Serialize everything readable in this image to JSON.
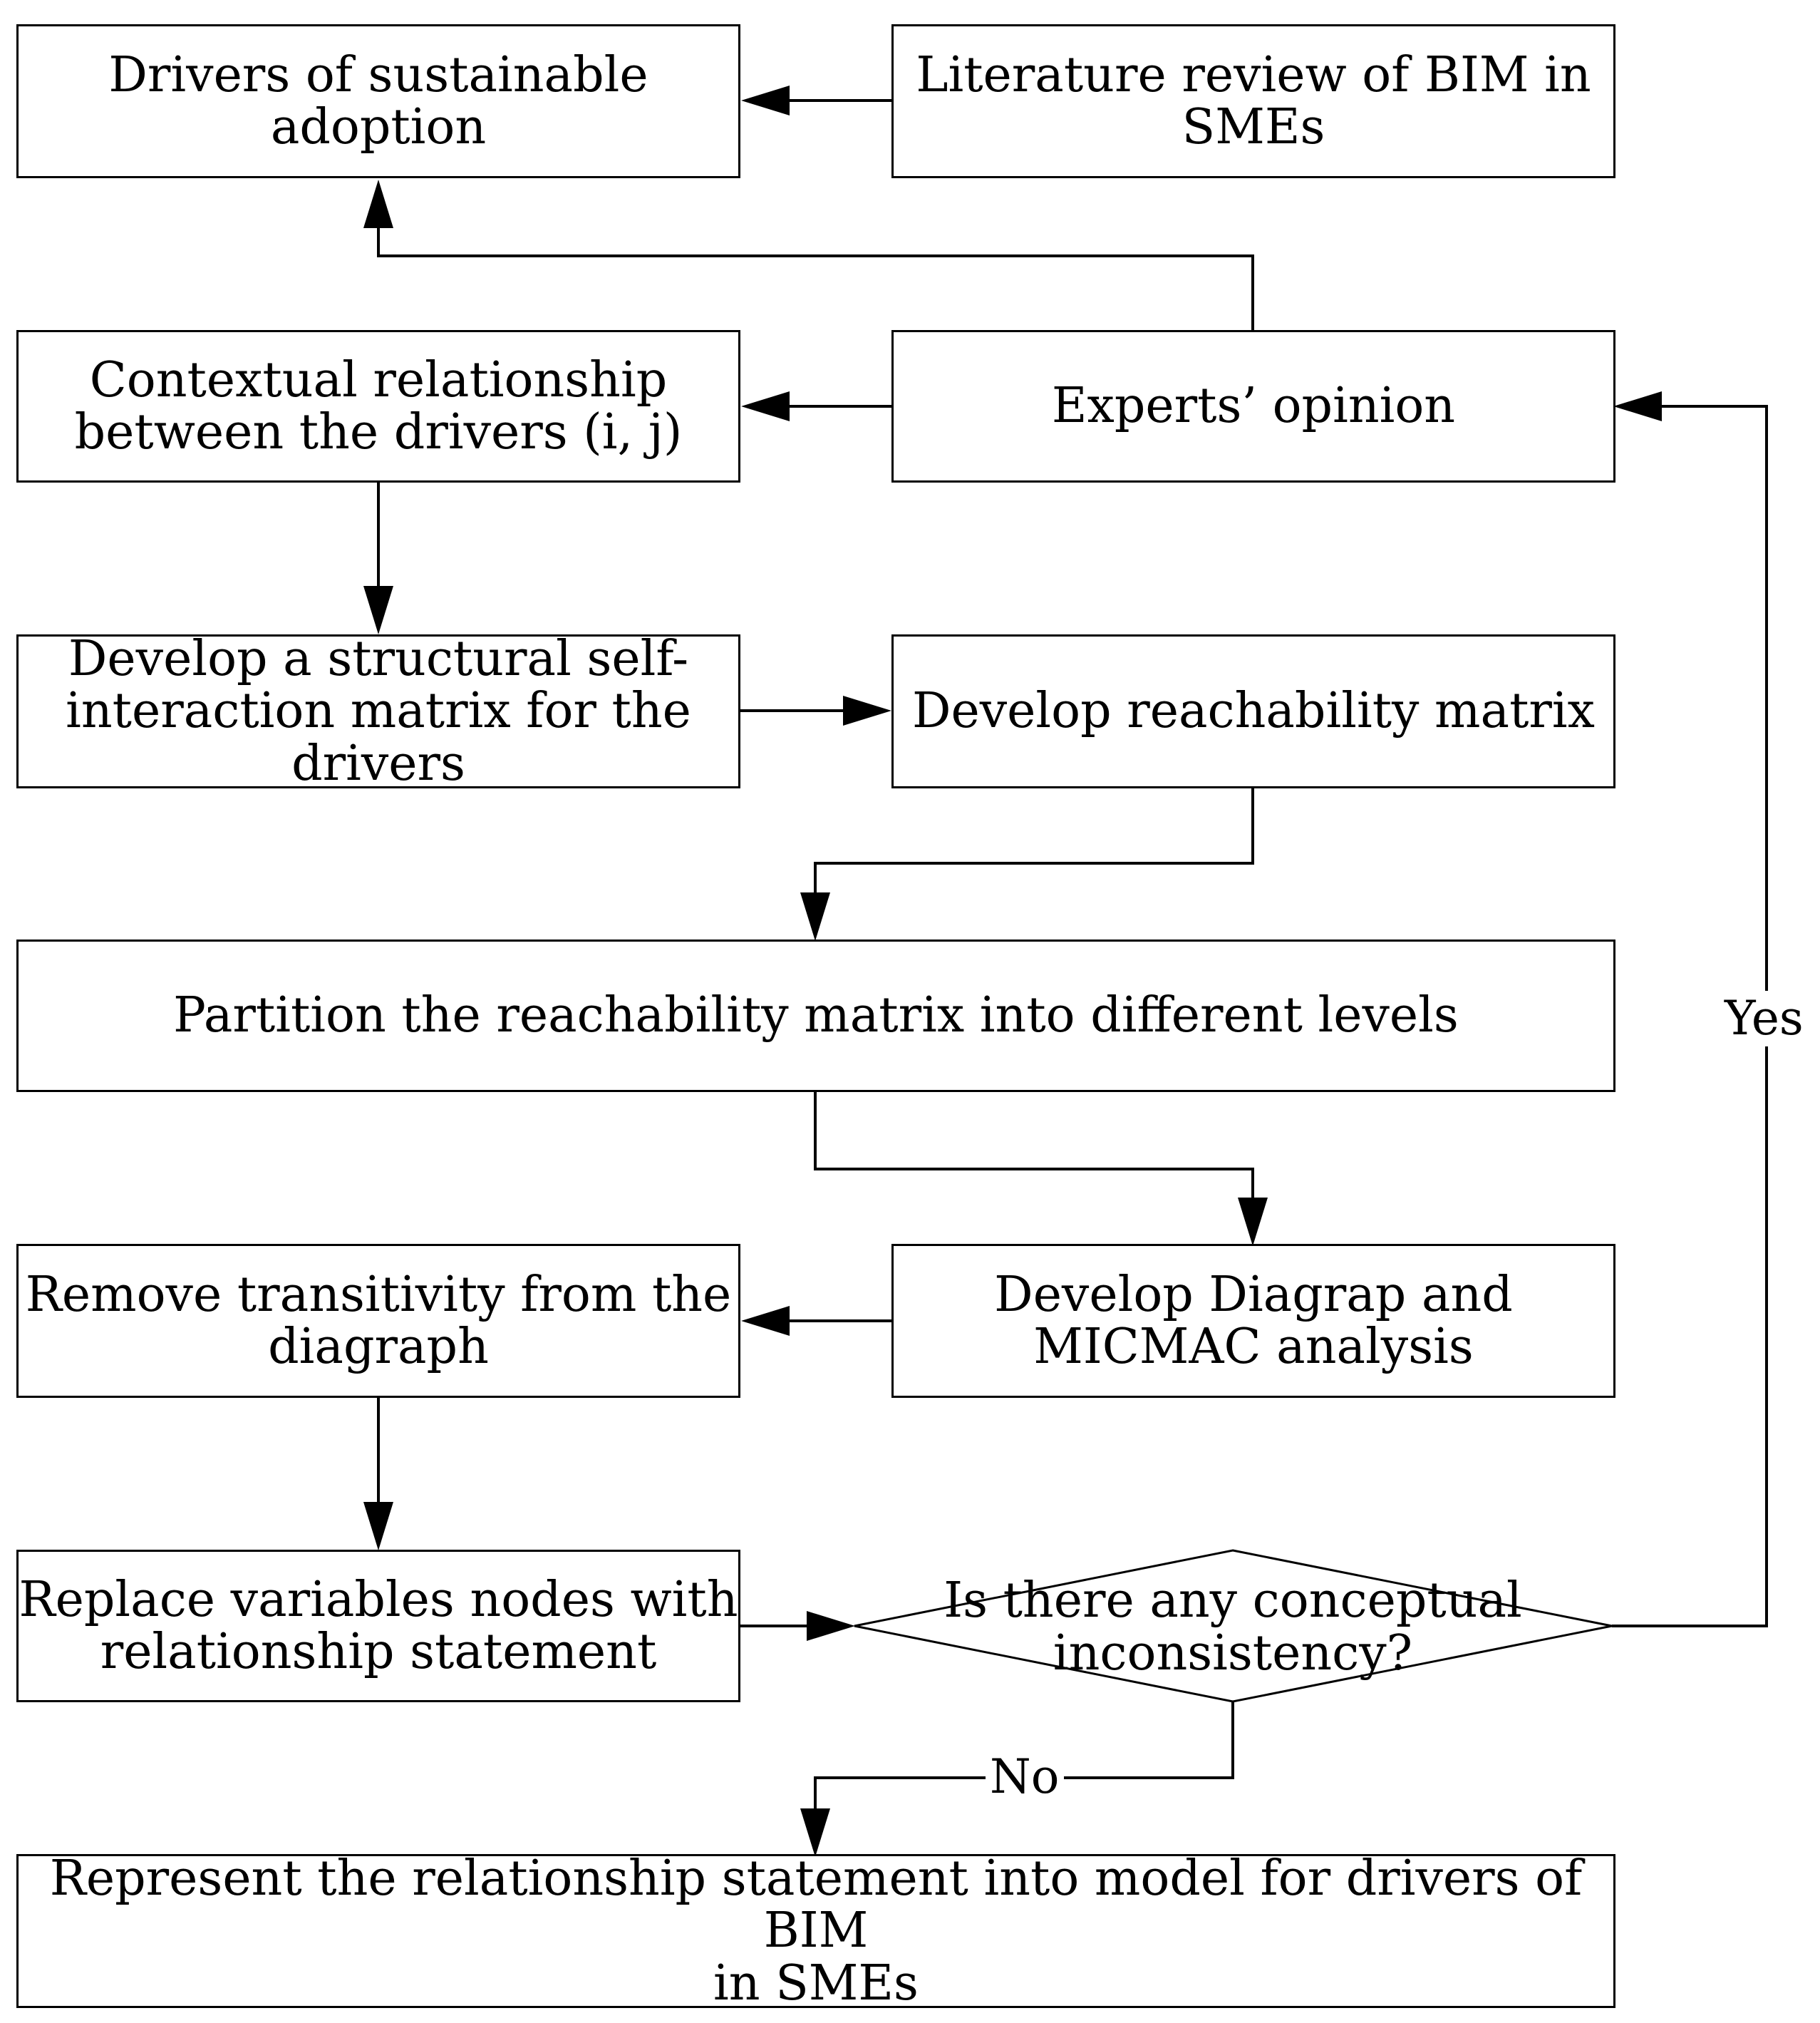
{
  "nodes": {
    "drivers": "Drivers of sustainable\nadoption",
    "literature": "Literature review of BIM in\nSMEs",
    "contextual": "Contextual relationship\nbetween the drivers (i, j)",
    "experts": "Experts’ opinion",
    "ssim": "Develop a structural self-\ninteraction matrix for the\ndrivers",
    "reachability": "Develop reachability matrix",
    "partition": "Partition the reachability matrix into different levels",
    "remove": "Remove transitivity from the\ndiagraph",
    "diagraph": "Develop Diagrap and\nMICMAC analysis",
    "replace": "Replace variables nodes with\nrelationship statement",
    "decision": "Is there any conceptual\ninconsistency?",
    "represent": "Represent the relationship statement into model for drivers of BIM\nin SMEs"
  },
  "edge_labels": {
    "yes": "Yes",
    "no": "No"
  },
  "colors": {
    "stroke": "#000000",
    "background": "#ffffff"
  }
}
